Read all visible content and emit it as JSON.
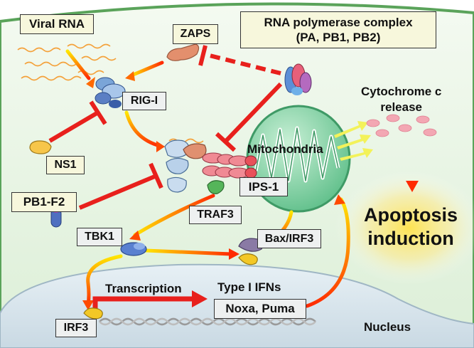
{
  "labels": {
    "viral_rna": "Viral RNA",
    "zaps": "ZAPS",
    "rna_polymerase_line1": "RNA polymerase complex",
    "rna_polymerase_line2": "(PA, PB1, PB2)",
    "rig_i": "RIG-I",
    "ns1": "NS1",
    "pb1_f2": "PB1-F2",
    "mitochondria": "Mitochondria",
    "ips_1": "IPS-1",
    "traf3": "TRAF3",
    "tbk1": "TBK1",
    "bax_irf3": "Bax/IRF3",
    "irf3": "IRF3",
    "transcription": "Transcription",
    "type_i_ifns": "Type I IFNs",
    "noxa_puma": "Noxa, Puma",
    "nucleus": "Nucleus",
    "cytochrome_line1": "Cytochrome c",
    "cytochrome_line2": "release",
    "apoptosis_line1": "Apoptosis",
    "apoptosis_line2": "induction"
  },
  "colors": {
    "cell_background": "#eaf4e6",
    "cell_border": "#5aa35a",
    "nucleus_fill": "#e4eef4",
    "inhibition": "#e8201c",
    "activation_start": "#ffe600",
    "activation_end": "#ff2a00",
    "mitochondria": "#4bb07c",
    "cytochrome_c": "#f3a7b3"
  },
  "icons": [
    "rna-strand-icon",
    "rig-i-protein-icon",
    "zaps-protein-icon",
    "polymerase-complex-icon",
    "ns1-protein-icon",
    "pb1-f2-protein-icon",
    "mitochondrion-icon",
    "ips-1-protein-icon",
    "traf3-protein-icon",
    "tbk1-protein-icon",
    "bax-irf3-complex-icon",
    "irf3-protein-icon",
    "dna-strand-icon",
    "cytochrome-c-icon"
  ]
}
